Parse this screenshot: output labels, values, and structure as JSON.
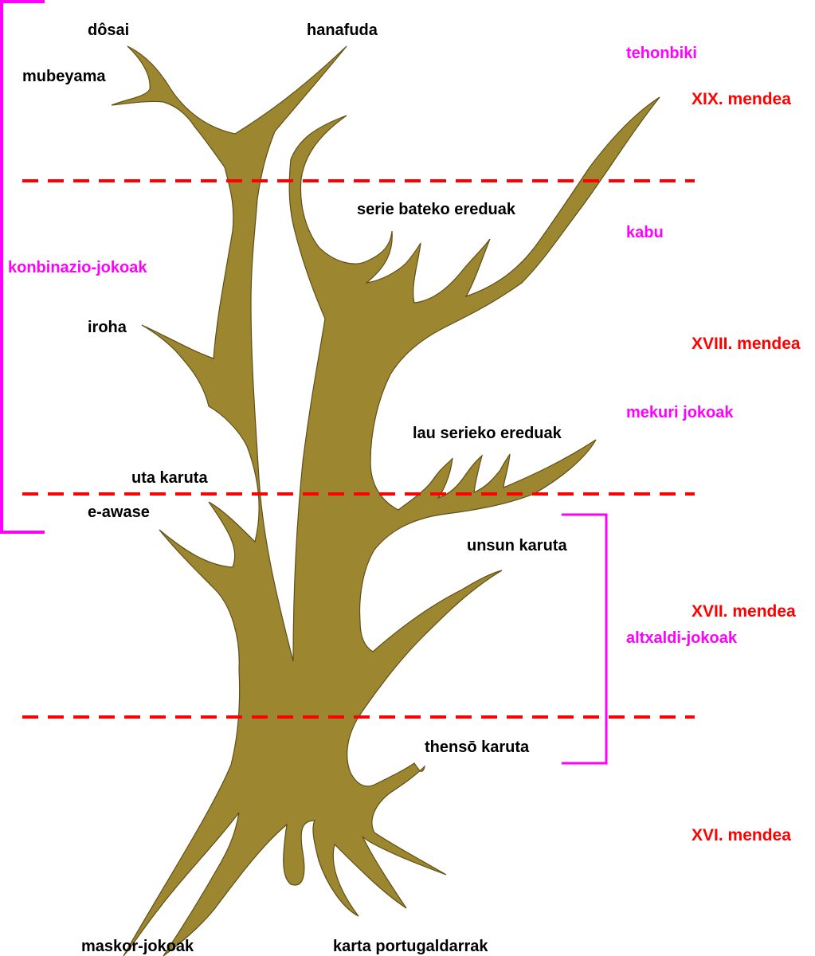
{
  "colors": {
    "tree_fill": "#9C8630",
    "tree_stroke": "#5E4F18",
    "century_color": "#FF0000",
    "category_color": "#FF00FF",
    "branch_label_color": "#000000"
  },
  "branch_labels": {
    "dosai": "dôsai",
    "hanafuda": "hanafuda",
    "mubeyama": "mubeyama",
    "serie_bateko": "serie bateko ereduak",
    "iroha": "iroha",
    "lau_serieko": "lau serieko ereduak",
    "uta_karuta": "uta karuta",
    "e_awase": "e-awase",
    "unsun_karuta": "unsun karuta",
    "tenso_karuta": "thensō karuta",
    "maskor_jokoak": "maskor-jokoak",
    "karta_portugaldarrak": "karta portugaldarrak"
  },
  "category_labels": {
    "tehonbiki": "tehonbiki",
    "kabu": "kabu",
    "konbinazio_jokoak": "konbinazio-jokoak",
    "mekuri_jokoak": "mekuri jokoak",
    "altxaldi_jokoak": "altxaldi-jokoak"
  },
  "century_labels": {
    "xix": "XIX. mendea",
    "xviii": "XVIII. mendea",
    "xvii": "XVII. mendea",
    "xvi": "XVI. mendea"
  },
  "brackets": [
    {
      "name": "konbinazio-jokoak",
      "spans": "XIX. mendea – XVIII. mendea"
    },
    {
      "name": "altxaldi-jokoak",
      "spans": "XVII. mendea"
    }
  ]
}
